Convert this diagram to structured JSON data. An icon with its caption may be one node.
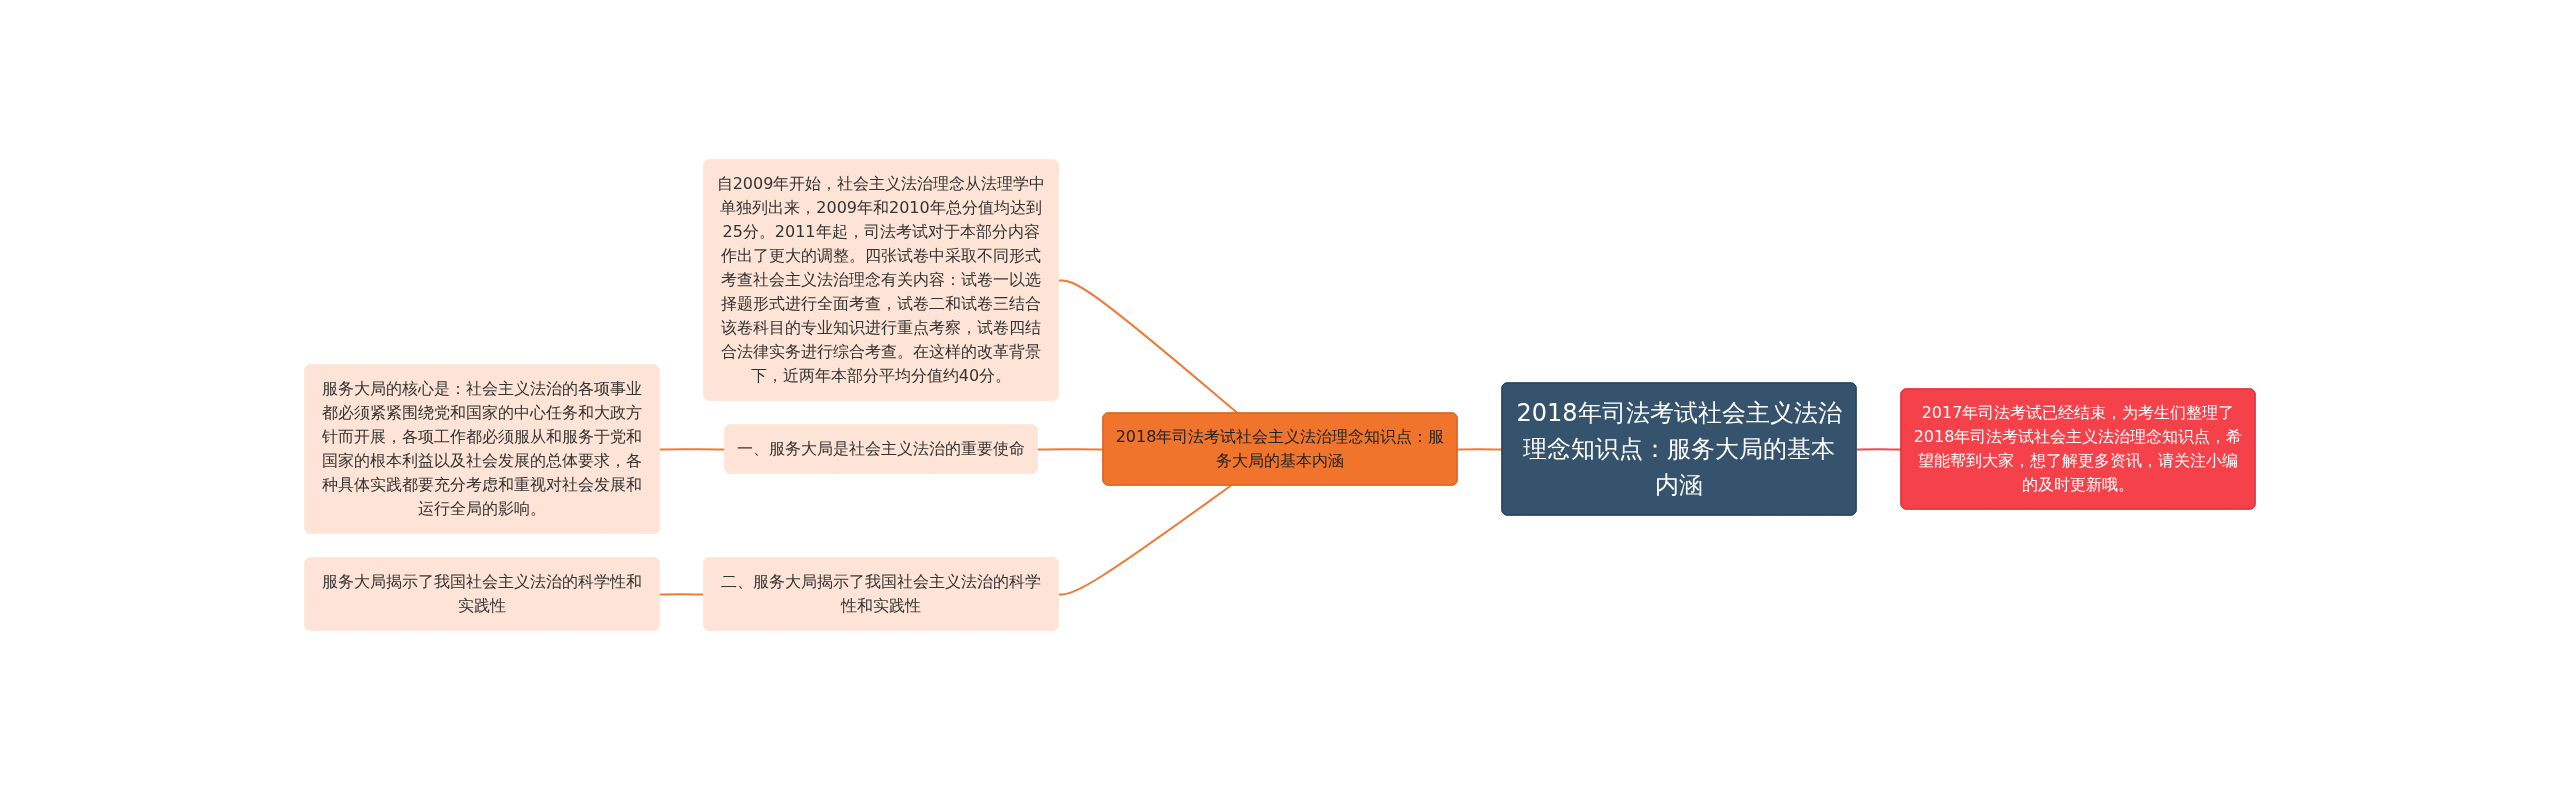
{
  "diagram": {
    "nodes": [
      {
        "text": [
          "2018年司法考试社会主义法治理念知识点：服务大局的基本内涵"
        ]
      },
      {
        "text": [
          "2017年司法考试已经结束，为考生们整理了2018年司法考试社会主义法治理念知识点，希望能帮到大家，想了解更多资讯，请关注小编的及时更新哦。"
        ]
      },
      {
        "text": [
          "2018年司法考试社会主义法治理念知识点：服务大局的基本内涵"
        ]
      },
      {
        "text": [
          "自2009年开始，社会主义法治理念从法理学中单独列出来，2009年和2010年总分值均达到25分。2011年起，司法考试对于本部分内容作出了更大的调整。四张试卷中采取不同形式考查社会主义法治理念有关内容：试卷一以选择题形式进行全面考查，试卷二和试卷三结合该卷科目的专业知识进行重点考察，试卷四结合法律实务进行综合考查。在这样的改革背景下，近两年本部分平均分值约40分。"
        ]
      },
      {
        "text": [
          "一、服务大局是社会主义法治的重要使命"
        ]
      },
      {
        "text": [
          "服务大局的核心是：社会主义法治的各项事业都必须紧紧围绕党和国家的中心任务和大政方针而开展，各项工作都必须服从和服务于党和国家的根本利益以及社会发展的总体要求，各种具体实践都要充分考虑和重视对社会发展和运行全局的影响。"
        ]
      },
      {
        "text": [
          "二、服务大局揭示了我国社会主义法治的科学性和实践性"
        ]
      },
      {
        "text": [
          "服务大局揭示了我国社会主义法治的科学性和实践性"
        ]
      }
    ],
    "edges": [
      {
        "from": 1,
        "to": 0,
        "arrow": "none",
        "color": "#f04a4a"
      },
      {
        "from": 0,
        "to": 2,
        "arrow": "none"
      },
      {
        "from": 2,
        "to": 3,
        "arrow": "none"
      },
      {
        "from": 2,
        "to": 4,
        "arrow": "none"
      },
      {
        "from": 4,
        "to": 5,
        "arrow": "none"
      },
      {
        "from": 2,
        "to": 6,
        "arrow": "none"
      },
      {
        "from": 6,
        "to": 7,
        "arrow": "none"
      }
    ]
  }
}
